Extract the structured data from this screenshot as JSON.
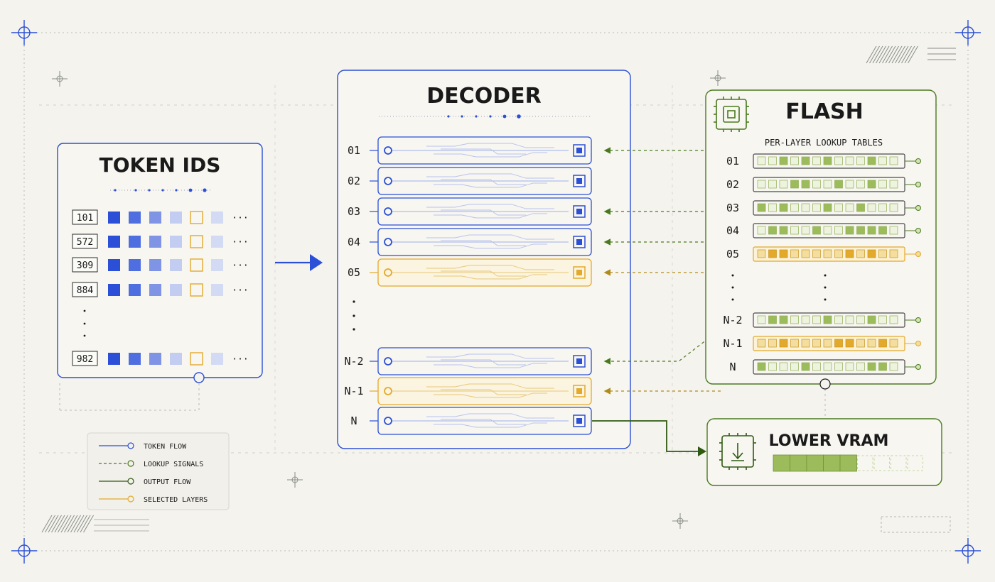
{
  "colors": {
    "background": "#f4f3ee",
    "blue": "#2b4fd6",
    "blue_light": "#a7b4ee",
    "green": "#4a7a1f",
    "green_fill": "#9cbc5c",
    "green_light": "#d4e3b4",
    "amber": "#e3a92a",
    "amber_light": "#f3dd9f",
    "ink": "#1a1a1a",
    "guide": "#b9bdb6"
  },
  "token_ids": {
    "title": "TOKEN IDS",
    "ids": [
      "101",
      "572",
      "309",
      "884",
      "982"
    ],
    "ellipsis": "···",
    "vertical_ellipsis": ":"
  },
  "decoder": {
    "title": "DECODER",
    "layers": [
      {
        "label": "01",
        "state": "normal"
      },
      {
        "label": "02",
        "state": "normal"
      },
      {
        "label": "03",
        "state": "normal"
      },
      {
        "label": "04",
        "state": "normal"
      },
      {
        "label": "05",
        "state": "selected"
      },
      {
        "label": "N-2",
        "state": "normal"
      },
      {
        "label": "N-1",
        "state": "selected"
      },
      {
        "label": "N",
        "state": "normal"
      }
    ]
  },
  "flash": {
    "title": "FLASH",
    "subtitle": "PER-LAYER LOOKUP TABLES",
    "icon": "chip-icon",
    "tables": [
      {
        "label": "01",
        "state": "normal"
      },
      {
        "label": "02",
        "state": "normal"
      },
      {
        "label": "03",
        "state": "normal"
      },
      {
        "label": "04",
        "state": "normal"
      },
      {
        "label": "05",
        "state": "selected"
      },
      {
        "label": "N-2",
        "state": "normal"
      },
      {
        "label": "N-1",
        "state": "selected"
      },
      {
        "label": "N",
        "state": "normal"
      }
    ]
  },
  "vram": {
    "title": "LOWER VRAM",
    "icon": "download-chip-icon",
    "filled_segments": 5,
    "total_segments": 9
  },
  "legend": {
    "items": [
      {
        "label": "TOKEN FLOW",
        "style": "solid-blue"
      },
      {
        "label": "LOOKUP SIGNALS",
        "style": "dashed-green"
      },
      {
        "label": "OUTPUT FLOW",
        "style": "solid-green"
      },
      {
        "label": "SELECTED LAYERS",
        "style": "solid-amber"
      }
    ]
  }
}
